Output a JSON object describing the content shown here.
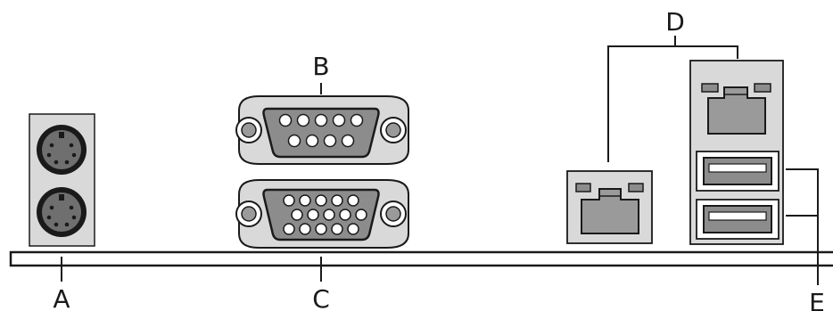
{
  "labels": {
    "a": "A",
    "b": "B",
    "c": "C",
    "d": "D",
    "e": "E"
  },
  "colors": {
    "panel_bg": "#d9d9d9",
    "port_body": "#8c8c8c",
    "port_light": "#b8b8b8",
    "line": "#1a1a1a"
  },
  "components": [
    "ps2-ports",
    "serial-port",
    "vga-port",
    "lan-port",
    "lan-port-top",
    "usb-ports"
  ]
}
